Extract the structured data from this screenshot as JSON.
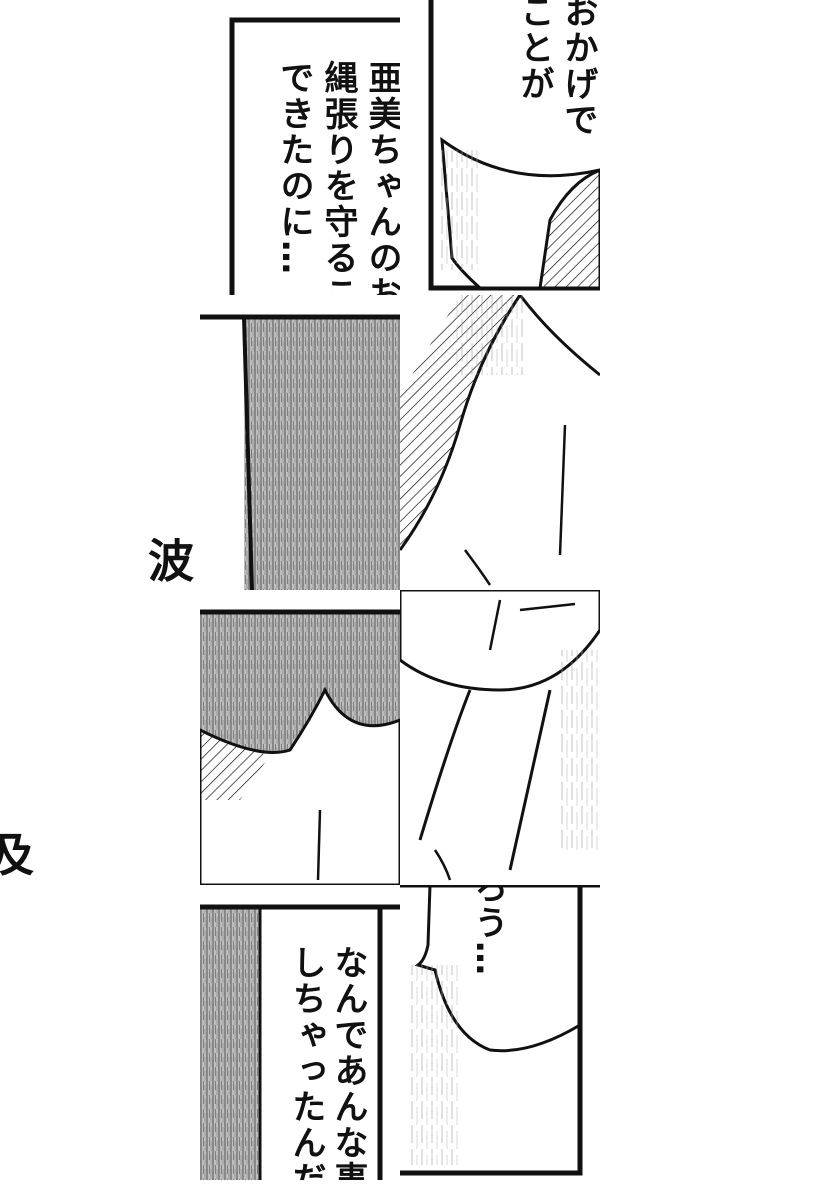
{
  "page": {
    "title": "Manga page (shuffled tiles)",
    "background": "#ffffff",
    "ink": "#111111"
  },
  "captions": {
    "caption_top_left": [
      "亜美ちゃんのお",
      "縄張りを守るこ",
      "できたのに…"
    ],
    "caption_top_right": [
      "おかげで",
      "ことが"
    ],
    "caption_bottom_left": [
      "なんであんな事",
      "しちゃったんだ"
    ],
    "caption_bottom_right": [
      "ろう…"
    ]
  },
  "sound_effects": {
    "sfx_wave": "波",
    "sfx_reach": "及"
  }
}
